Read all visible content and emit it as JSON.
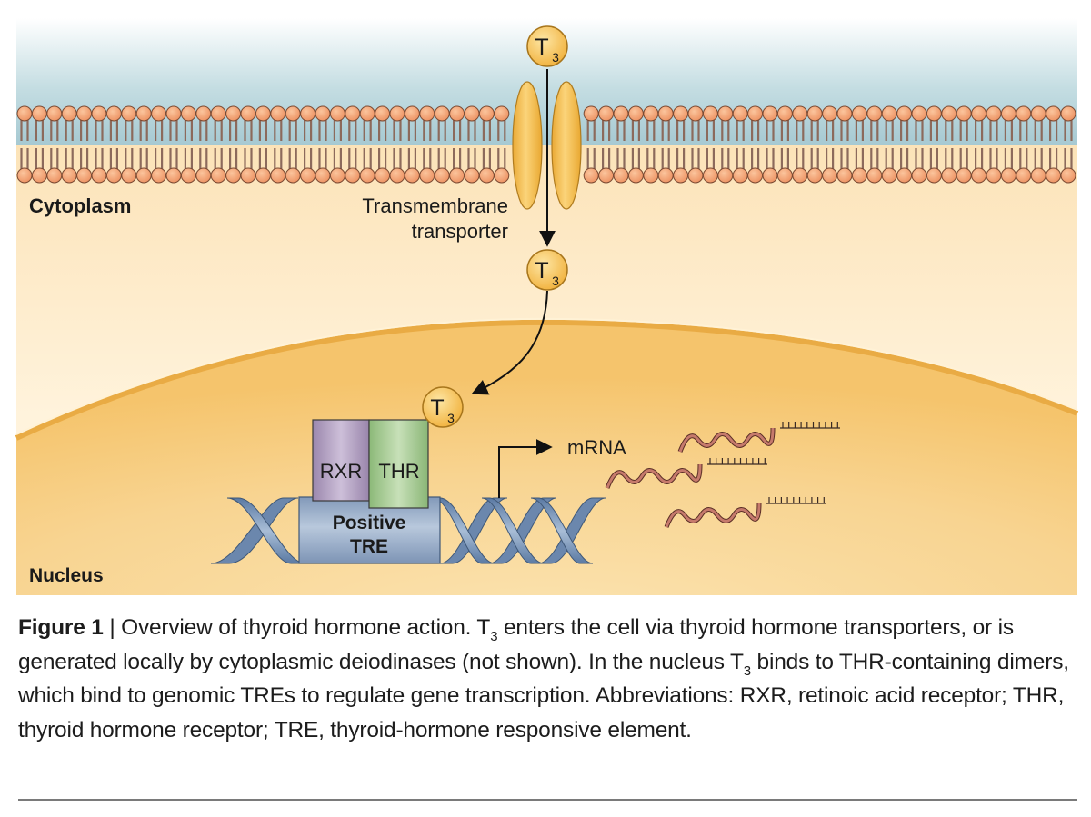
{
  "figure": {
    "regions": {
      "cytoplasm_label": "Cytoplasm",
      "nucleus_label": "Nucleus"
    },
    "transporter_label_line1": "Transmembrane",
    "transporter_label_line2": "transporter",
    "hormone": {
      "symbol": "T",
      "subscript": "3"
    },
    "receptors": {
      "rxr": "RXR",
      "thr": "THR"
    },
    "tre_line1": "Positive",
    "tre_line2": "TRE",
    "mrna_label": "mRNA",
    "colors": {
      "extracellular_top": "#ffffff",
      "extracellular_bottom": "#a9ccd4",
      "cytoplasm": "#fde9c4",
      "nucleus": "#f7c872",
      "nucleus_envelope": "#e8a93c",
      "lipid_head": "#f2a374",
      "lipid_tail": "#8c6a5c",
      "transporter": "#f1bd4c",
      "hormone": "#f6c453",
      "rxr": "#a896b8",
      "thr": "#9cc487",
      "tre": "#8ea3c0",
      "dna": "#6f8bb0",
      "mrna": "#b96a5d"
    }
  },
  "caption": {
    "label": "Figure 1",
    "separator": "|",
    "seg1": " Overview of thyroid hormone action. T",
    "sub1": "3",
    "seg2": " enters the cell via thyroid hormone transporters, or is generated locally by cytoplasmic deiodinases (not shown). In the nucleus T",
    "sub2": "3",
    "seg3": " binds to THR-containing dimers, which bind to genomic TREs to regulate gene transcription. Abbreviations: RXR, retinoic acid receptor; THR, thyroid hormone receptor; TRE, thyroid-hormone responsive element."
  }
}
